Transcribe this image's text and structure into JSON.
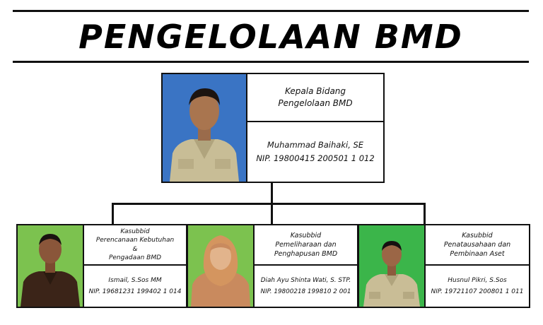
{
  "header": {
    "title": "PENGELOLAAN BMD"
  },
  "head": {
    "role_line1": "Kepala Bidang",
    "role_line2": "Pengelolaan BMD",
    "name": "Muhammad Baihaki, SE",
    "nip": "NIP. 19800415 200501 1 012",
    "photo_bg": "#3a74c4"
  },
  "subs": [
    {
      "role_line1": "Kasubbid",
      "role_line2": "Perencanaan Kebutuhan",
      "role_line3": "&",
      "role_line4": "Pengadaan BMD",
      "name": "Ismail, S.Sos MM",
      "nip": "NIP. 19681231 199402 1 014",
      "photo_bg": "#7cc24f"
    },
    {
      "role_line1": "Kasubbid",
      "role_line2": "Pemeliharaan dan",
      "role_line3": "Penghapusan BMD",
      "name": "Diah Ayu Shinta Wati, S. STP.",
      "nip": "NIP. 19800218 199810 2 001",
      "photo_bg": "#7cc24f"
    },
    {
      "role_line1": "Kasubbid",
      "role_line2": "Penatausahaan dan",
      "role_line3": "Pembinaan Aset",
      "name": "Husnul Pikri, S.Sos",
      "nip": "NIP. 19721107 200801 1 011",
      "photo_bg": "#3bb54a"
    }
  ]
}
